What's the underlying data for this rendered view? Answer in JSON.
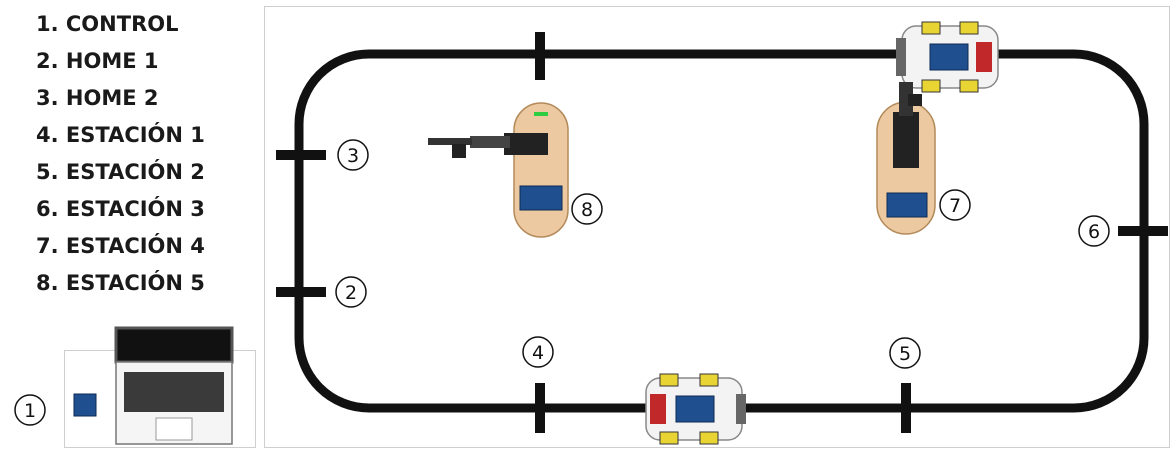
{
  "legend": [
    "1. CONTROL",
    "2. HOME 1",
    "3. HOME 2",
    "4. ESTACIÓN 1",
    "5. ESTACIÓN 2",
    "6. ESTACIÓN 3",
    "7. ESTACIÓN 4",
    "8. ESTACIÓN 5"
  ],
  "markers": {
    "m1": "1",
    "m2": "2",
    "m3": "3",
    "m4": "4",
    "m5": "5",
    "m6": "6",
    "m7": "7",
    "m8": "8"
  },
  "colors": {
    "track": "#111111",
    "robot_body": "#ecc9a0",
    "board": "#1f4f8f",
    "wheel_yellow": "#e8d534",
    "wheel_red": "#c0282a"
  },
  "icons": [
    "laptop-icon",
    "arduino-board-icon",
    "mobile-robot-icon",
    "robot-arm-icon"
  ]
}
